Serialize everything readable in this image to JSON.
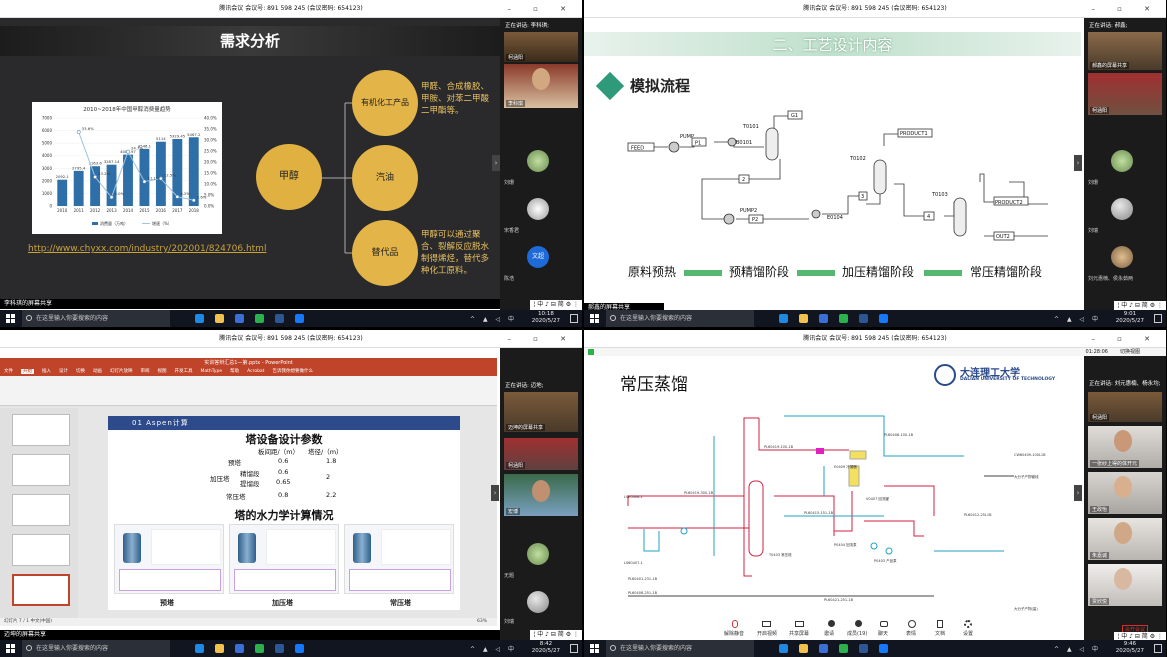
{
  "meeting_title": "腾讯会议 会议号: 891 598 245  (会议密码: 654123)",
  "window_controls": "– ▫ ✕",
  "taskbar": {
    "search_placeholder": "在这里输入你要搜索的内容",
    "tray": "^ ▲ ◁ 中",
    "q1_time": "10:18",
    "q1_date": "2020/5/27",
    "q2_time": "9:01",
    "q2_date": "2020/5/27",
    "q3_time": "8:42",
    "q3_date": "2020/5/27",
    "q4_time": "9:46",
    "q4_date": "2020/5/27"
  },
  "ime": "¦ 中 ♪ ⊟ 简 ⚙ ⋮",
  "q1": {
    "title": "需求分析",
    "chart_title": "2010~2018年中国甲醇消费量趋势",
    "chart_data": {
      "type": "bar",
      "categories": [
        "2010",
        "2011",
        "2012",
        "2013",
        "2014",
        "2015",
        "2016",
        "2017",
        "2018"
      ],
      "series": [
        {
          "name": "消费量（万吨）",
          "values": [
            2092.1,
            2795.4,
            3163.6,
            3287.14,
            4088.97,
            4546.1,
            5114,
            5329.45,
            5467.2
          ]
        },
        {
          "name": "增速（%）",
          "values": [
            null,
            33.6,
            13.2,
            4.0,
            24.7,
            11.1,
            12.5,
            4.2,
            2.6
          ]
        }
      ],
      "bar_labels": [
        "2092.1",
        "2795.4",
        "3163.6",
        "3287.14",
        "4088.97",
        "4546.1",
        "5114",
        "5329.45",
        "5467.2"
      ],
      "line_labels": [
        "",
        "33.6%",
        "13.2%",
        "4.0%",
        "24.7%",
        "11.1%",
        "12.5%",
        "4.2%",
        "2.6%"
      ],
      "ylim": [
        0,
        7000
      ],
      "yticks": [
        "0",
        "1000",
        "2000",
        "3000",
        "4000",
        "5000",
        "6000",
        "7000"
      ],
      "y2ticks": [
        "0.0%",
        "5.0%",
        "10.0%",
        "15.0%",
        "20.0%",
        "25.0%",
        "30.0%",
        "35.0%",
        "40.0%"
      ],
      "legend_position": "bottom"
    },
    "link": "http://www.chyxx.com/industry/202001/824706.html",
    "center_node": "甲醇",
    "nodes": [
      "有机化工产品",
      "汽油",
      "替代品"
    ],
    "note1": "甲醛、合成橡胶、甲胺、对苯二甲酸二甲酯等。",
    "note2": "甲醇可以通过聚合、裂解反应脱水制得烯烃，替代多种化工原料。",
    "speaking": "正在讲话: 李科琪;",
    "tiles": [
      "柯涵阳",
      "李科琪"
    ],
    "avatars": [
      "刘珊",
      "宋香君",
      "陈浩"
    ],
    "avatar_letter": "文超",
    "share_label": "李科琪的屏幕共享"
  },
  "q2": {
    "banner": "二、工艺设计内容",
    "subtitle": "模拟流程",
    "stages": [
      "原料预热",
      "预精馏阶段",
      "加压精馏阶段",
      "常压精馏阶段"
    ],
    "flow_labels": {
      "feed": "FEED",
      "pump": "PUMP",
      "p1": "P1",
      "b0101": "B0101",
      "t0101": "T0101",
      "g1": "G1",
      "product1": "PRODUCT1",
      "s2": "2",
      "pump2": "PUMP2",
      "p2": "P2",
      "e0104": "E0104",
      "t0102": "T0102",
      "s3": "3",
      "s4": "4",
      "t0103": "T0103",
      "product2": "PRODUCT2",
      "out2": "OUT2"
    },
    "speaking": "正在讲话: 郝鑫;",
    "tiles": [
      "郝鑫的屏幕共享",
      "柯涵阳"
    ],
    "avatars": [
      "刘珊",
      "刘瑞"
    ],
    "last": "刘元惠楠、侯永茹两",
    "share_label": "郝鑫的屏幕共享"
  },
  "q3": {
    "app_title": "实训答辩汇总1—第.pptx - PowerPoint",
    "ribbon_tabs": [
      "文件",
      "开始",
      "插入",
      "设计",
      "切换",
      "动画",
      "幻灯片放映",
      "审阅",
      "视图",
      "开发工具",
      "MathType",
      "帮助",
      "Acrobat",
      "告诉我你想要做什么"
    ],
    "slide_header": "01 Aspen计算",
    "slide_title": "塔设备设计参数",
    "table_headers": [
      "板间距/（m）",
      "塔径/（m）"
    ],
    "rows": [
      {
        "label": "预塔",
        "sub": "",
        "spacing": "0.6",
        "diam": "1.8"
      },
      {
        "label": "加压塔",
        "sub": "精馏段",
        "spacing": "0.6",
        "diam": "2"
      },
      {
        "label": "",
        "sub": "提馏段",
        "spacing": "0.65",
        "diam": ""
      },
      {
        "label": "常压塔",
        "sub": "",
        "spacing": "0.8",
        "diam": "2.2"
      }
    ],
    "section2": "塔的水力学计算情况",
    "captions": [
      "预塔",
      "加压塔",
      "常压塔"
    ],
    "status": "幻灯片 7 / 1  中文(中国)",
    "zoom": "63%",
    "speaking": "正在讲话: 迈地;",
    "tiles": [
      "迈坤的屏幕共享",
      "柯涵阳",
      "宏博"
    ],
    "avatars": [
      "无题",
      "刘瑞"
    ],
    "share_label": "迈坤的屏幕共享"
  },
  "q4": {
    "status_time": "01:28:06",
    "switch_view": "切换视图",
    "title": "常压蒸馏",
    "logo_cn": "大连理工大学",
    "logo_en": "DALIAN UNIVERSITY OF TECHNOLOGY",
    "pid_labels": [
      "PL60419-100-1B",
      "PL60408-100-1B",
      "CW60409-100L1B",
      "E0409 冷凝器",
      "V0407 回流罐",
      "PL60419-300-1B",
      "PL60415-151-1B",
      "大分子产物管线",
      "T0403 常压塔",
      "PL60412-25L1B",
      "LSE0406-1",
      "LS60407-1",
      "PL60401-231-1B",
      "PL60408-251-1B",
      "PL60421-251-1B",
      "P0404 回流泵",
      "P0403 产品泵",
      "大分子产物(量)",
      "PL60411-251-1B"
    ],
    "toolbar": [
      "解除静音",
      "开启视频",
      "共享屏幕",
      "邀请",
      "成员(19)",
      "聊天",
      "表情",
      "文档",
      "设置"
    ],
    "speaking": "正在讲话: 刘元惠楠、杨永均;",
    "tiles": [
      "柯涵阳",
      "一张纱上得的体开元",
      "王政怡",
      "朱嘉诚",
      "贾欣悦"
    ],
    "end_label": "会开会议"
  }
}
